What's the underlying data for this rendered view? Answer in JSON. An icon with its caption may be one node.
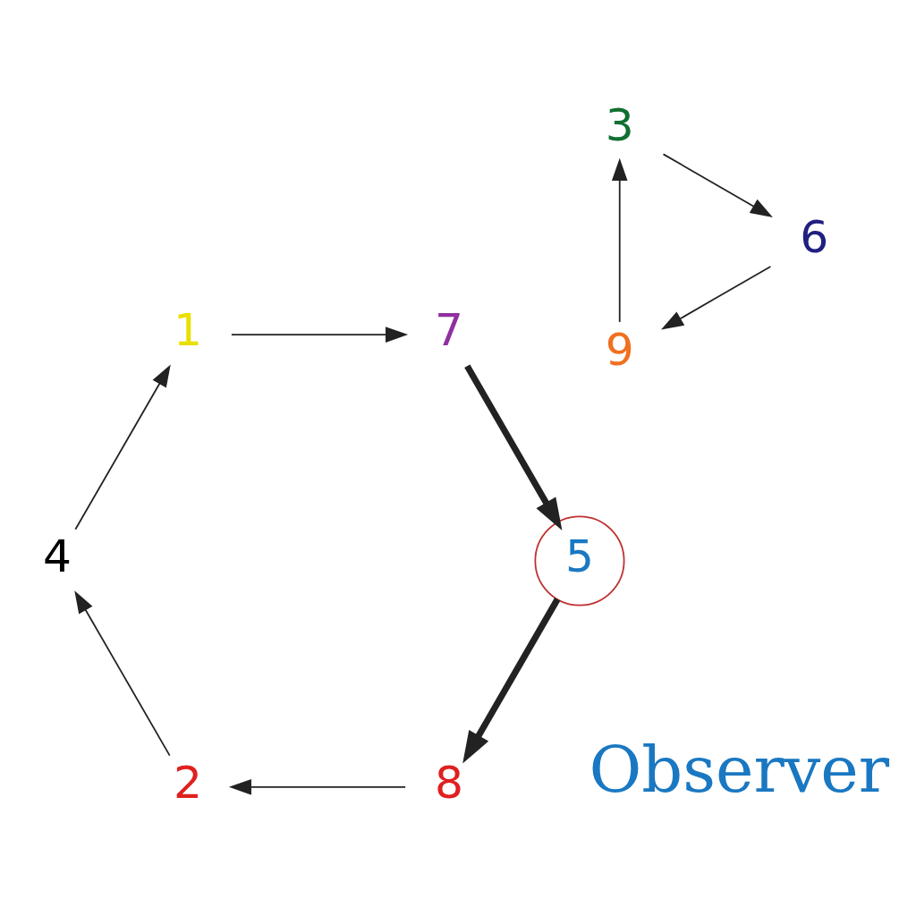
{
  "diagram": {
    "nodes": [
      {
        "text": [
          "9"
        ]
      },
      {
        "text": [
          "8"
        ]
      },
      {
        "text": [
          "1"
        ]
      },
      {
        "text": [
          "7"
        ]
      },
      {
        "text": [
          "2"
        ]
      },
      {
        "text": [
          "6"
        ]
      },
      {
        "text": [
          "3"
        ]
      },
      {
        "text": [
          "5"
        ]
      },
      {
        "text": [
          "4"
        ]
      }
    ],
    "edges": [
      {
        "from": 0,
        "to": 6,
        "arrow": "to"
      },
      {
        "from": 6,
        "to": 5,
        "arrow": "to"
      },
      {
        "from": 5,
        "to": 0,
        "arrow": "to"
      },
      {
        "from": 2,
        "to": 3,
        "arrow": "to"
      },
      {
        "from": 3,
        "to": 7,
        "arrow": "to",
        "style": "thick"
      },
      {
        "from": 7,
        "to": 1,
        "arrow": "to",
        "style": "thick"
      },
      {
        "from": 1,
        "to": 4,
        "arrow": "to"
      },
      {
        "from": 4,
        "to": 8,
        "arrow": "to"
      },
      {
        "from": 8,
        "to": 2,
        "arrow": "to"
      }
    ],
    "labels": [
      "Observer"
    ]
  }
}
